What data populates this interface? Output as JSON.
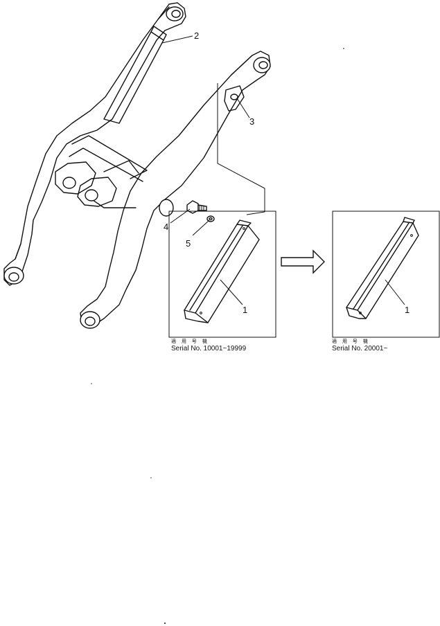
{
  "callouts": {
    "p1_left": "1",
    "p1_right": "1",
    "p2": "2",
    "p3": "3",
    "p4": "4",
    "p5": "5"
  },
  "captions": {
    "left": {
      "jp": "適 用 号 機",
      "serial": "Serial No. 10001~19999"
    },
    "right": {
      "jp": "適 用 号 機",
      "serial": "Serial No. 20001~"
    }
  },
  "icons": {
    "transition": "arrow-right-icon"
  }
}
